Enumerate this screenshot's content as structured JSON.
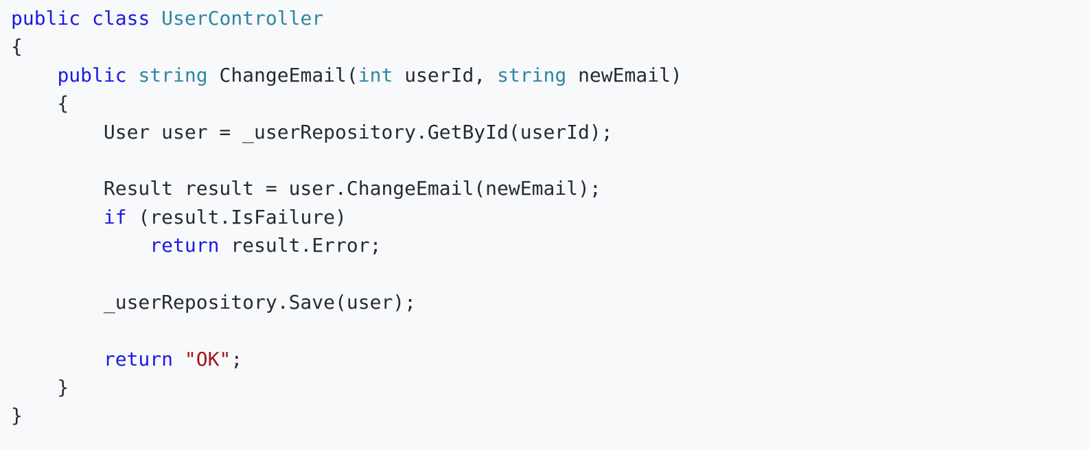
{
  "page": {
    "background_color": "#f8f9fa"
  },
  "code": {
    "language": "csharp",
    "colors": {
      "keyword": "#1b1ae3",
      "type": "#2f86a3",
      "string": "#a31515",
      "plain": "#262b31"
    },
    "lines": [
      [
        {
          "t": "kw",
          "v": "public"
        },
        {
          "t": "pl",
          "v": " "
        },
        {
          "t": "kw",
          "v": "class"
        },
        {
          "t": "pl",
          "v": " "
        },
        {
          "t": "ty",
          "v": "UserController"
        }
      ],
      [
        {
          "t": "pl",
          "v": "{"
        }
      ],
      [
        {
          "t": "pl",
          "v": "    "
        },
        {
          "t": "kw",
          "v": "public"
        },
        {
          "t": "pl",
          "v": " "
        },
        {
          "t": "ty",
          "v": "string"
        },
        {
          "t": "pl",
          "v": " ChangeEmail("
        },
        {
          "t": "ty",
          "v": "int"
        },
        {
          "t": "pl",
          "v": " userId, "
        },
        {
          "t": "ty",
          "v": "string"
        },
        {
          "t": "pl",
          "v": " newEmail)"
        }
      ],
      [
        {
          "t": "pl",
          "v": "    {"
        }
      ],
      [
        {
          "t": "pl",
          "v": "        User user = _userRepository.GetById(userId);"
        }
      ],
      [],
      [
        {
          "t": "pl",
          "v": "        Result result = user.ChangeEmail(newEmail);"
        }
      ],
      [
        {
          "t": "pl",
          "v": "        "
        },
        {
          "t": "kw",
          "v": "if"
        },
        {
          "t": "pl",
          "v": " (result.IsFailure)"
        }
      ],
      [
        {
          "t": "pl",
          "v": "            "
        },
        {
          "t": "kw",
          "v": "return"
        },
        {
          "t": "pl",
          "v": " result.Error;"
        }
      ],
      [],
      [
        {
          "t": "pl",
          "v": "        _userRepository.Save(user);"
        }
      ],
      [],
      [
        {
          "t": "pl",
          "v": "        "
        },
        {
          "t": "kw",
          "v": "return"
        },
        {
          "t": "pl",
          "v": " "
        },
        {
          "t": "st",
          "v": "\"OK\""
        },
        {
          "t": "pl",
          "v": ";"
        }
      ],
      [
        {
          "t": "pl",
          "v": "    }"
        }
      ],
      [
        {
          "t": "pl",
          "v": "}"
        }
      ]
    ]
  }
}
